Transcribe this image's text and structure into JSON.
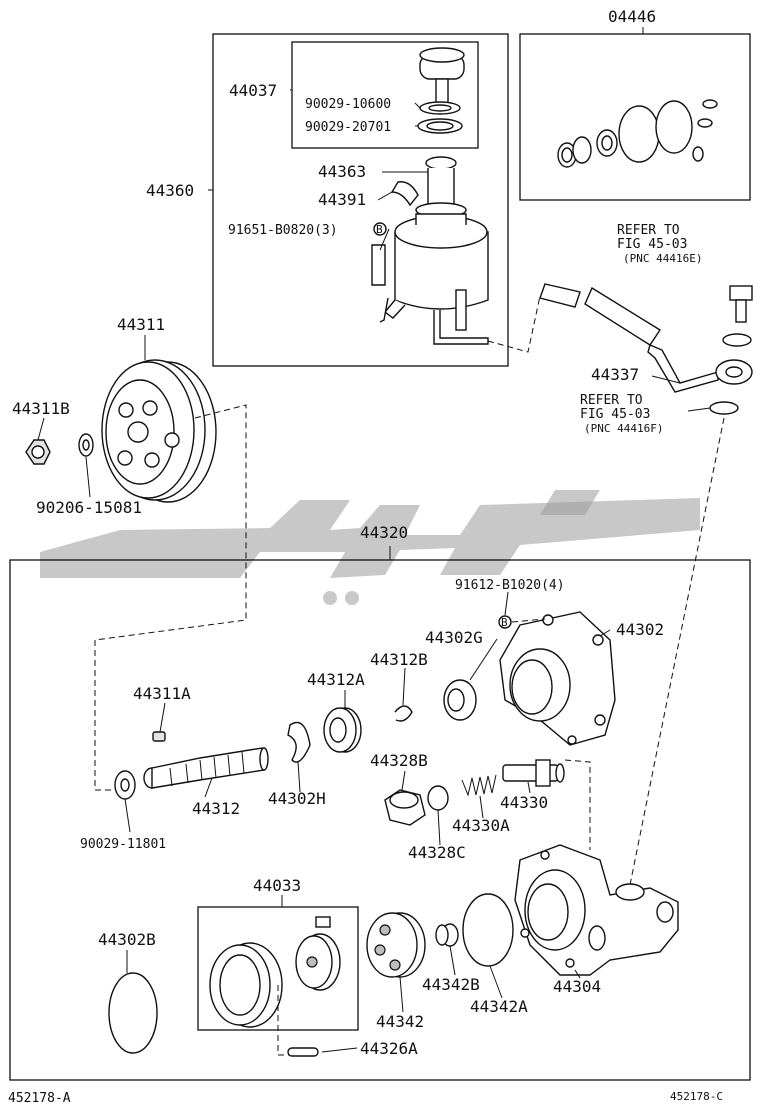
{
  "labels": {
    "kit_04446": "04446",
    "reservoir_44037": "44037",
    "washer_90029_10600": "90029-10600",
    "washer_90029_20701": "90029-20701",
    "reservoir_44360": "44360",
    "tube_44363": "44363",
    "clamp_44391": "44391",
    "bolt_91651": "91651-B0820(3)",
    "refer_top_1": "REFER TO",
    "refer_top_2": "FIG 45-03",
    "refer_top_3": "(PNC 44416E)",
    "pulley_44311": "44311",
    "nut_44311b": "44311B",
    "washer_90206": "90206-15081",
    "pipe_44337": "44337",
    "refer_bot_1": "REFER TO",
    "refer_bot_2": "FIG 45-03",
    "refer_bot_3": "(PNC 44416F)",
    "pump_44320": "44320",
    "bolt_91612": "91612-B1020(4)",
    "seal_44302g": "44302G",
    "housing_44302": "44302",
    "ring_44312b": "44312B",
    "bearing_44312a": "44312A",
    "key_44311a": "44311A",
    "snap_44302h": "44302H",
    "shaft_44312": "44312",
    "washer_90029_11801": "90029-11801",
    "plug_44328b": "44328B",
    "oring_44328c": "44328C",
    "spring_44330a": "44330A",
    "valve_44330": "44330",
    "cartridge_44033": "44033",
    "oring_44302b": "44302B",
    "cam_44342": "44342",
    "pin_44342b": "44342B",
    "oring_44342a": "44342A",
    "body_44304": "44304",
    "pin_44326a": "44326A",
    "footer_left": "452178-A",
    "footer_right": "452178-C"
  },
  "circled_marker": "B",
  "colors": {
    "line": "#111111",
    "watermark": "#9a9a9a"
  }
}
